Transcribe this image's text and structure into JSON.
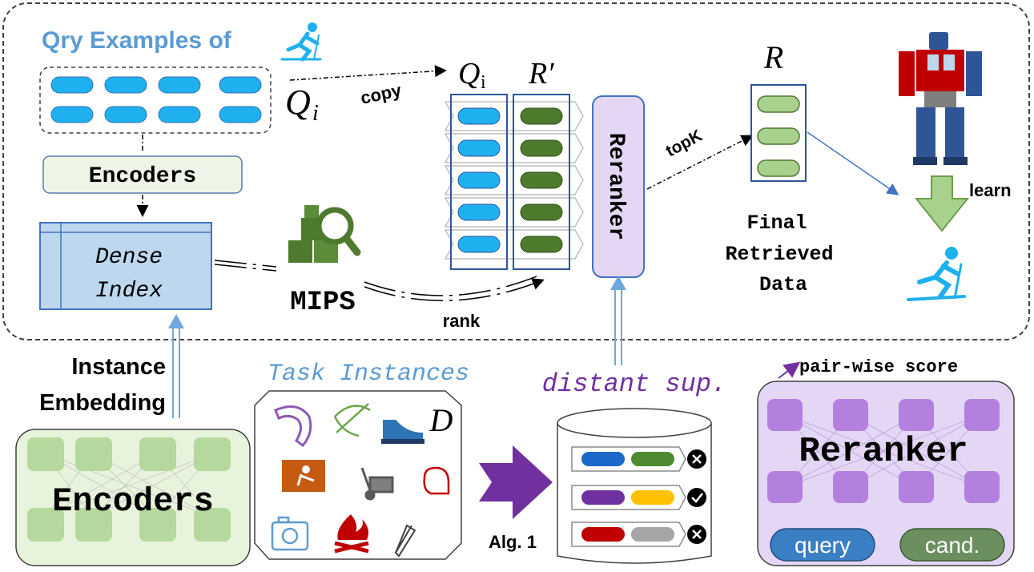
{
  "qry_title": "Qry Examples of",
  "labels": {
    "q_i": "Q",
    "q_i_sub": "i",
    "copy": "copy",
    "q_head": "Q",
    "q_head_sub": "i",
    "r_prime": "R′",
    "r_final": "R",
    "encoders_small": "Encoders",
    "dense_line1": "Dense",
    "dense_line2": "Index",
    "mips": "MIPS",
    "rank": "rank",
    "reranker_vertical": "Reranker",
    "topk": "topK",
    "final_line1": "Final",
    "final_line2": "Retrieved",
    "final_line3": "Data",
    "learn": "learn",
    "instance_line1": "Instance",
    "instance_line2": "Embedding",
    "task_instances": "Task Instances",
    "d": "D",
    "distant_sup": "distant sup.",
    "alg": "Alg. 1",
    "pairwise": "pair-wise score",
    "encoders_big": "Encoders",
    "reranker_big": "Reranker",
    "query": "query",
    "cand": "cand."
  },
  "colors": {
    "blue_pill": "#1fb0ef",
    "green_pill": "#4e7a2e",
    "light_green_pill": "#a9d18e",
    "title_blue": "#5b9bd5",
    "purple": "#7030a0",
    "reranker_fill": "#e4d7f5",
    "node_purple": "#b380e0",
    "encoder_fill": "#e8f3dc",
    "node_green": "#b5d99c",
    "query_pill": "#3a7fc4",
    "cand_pill": "#6b8f5e"
  },
  "icons": {
    "skier": "skier-icon",
    "robot": "robot-icon",
    "mips": "mips-search-icon",
    "boomerang": "boomerang-icon",
    "bow": "bow-arrow-icon",
    "shoe": "shoe-icon",
    "climber": "climber-icon",
    "dolly": "hand-truck-icon",
    "glove": "boxing-glove-icon",
    "camera": "camera-icon",
    "campfire": "campfire-icon",
    "pen": "pen-icon"
  },
  "distant_rows": [
    {
      "left": "#1b6ac9",
      "right": "#4e8a2f",
      "status": "cross"
    },
    {
      "left": "#7030a0",
      "right": "#ffc000",
      "status": "check"
    },
    {
      "left": "#c00000",
      "right": "#a6a6a6",
      "status": "cross"
    }
  ]
}
